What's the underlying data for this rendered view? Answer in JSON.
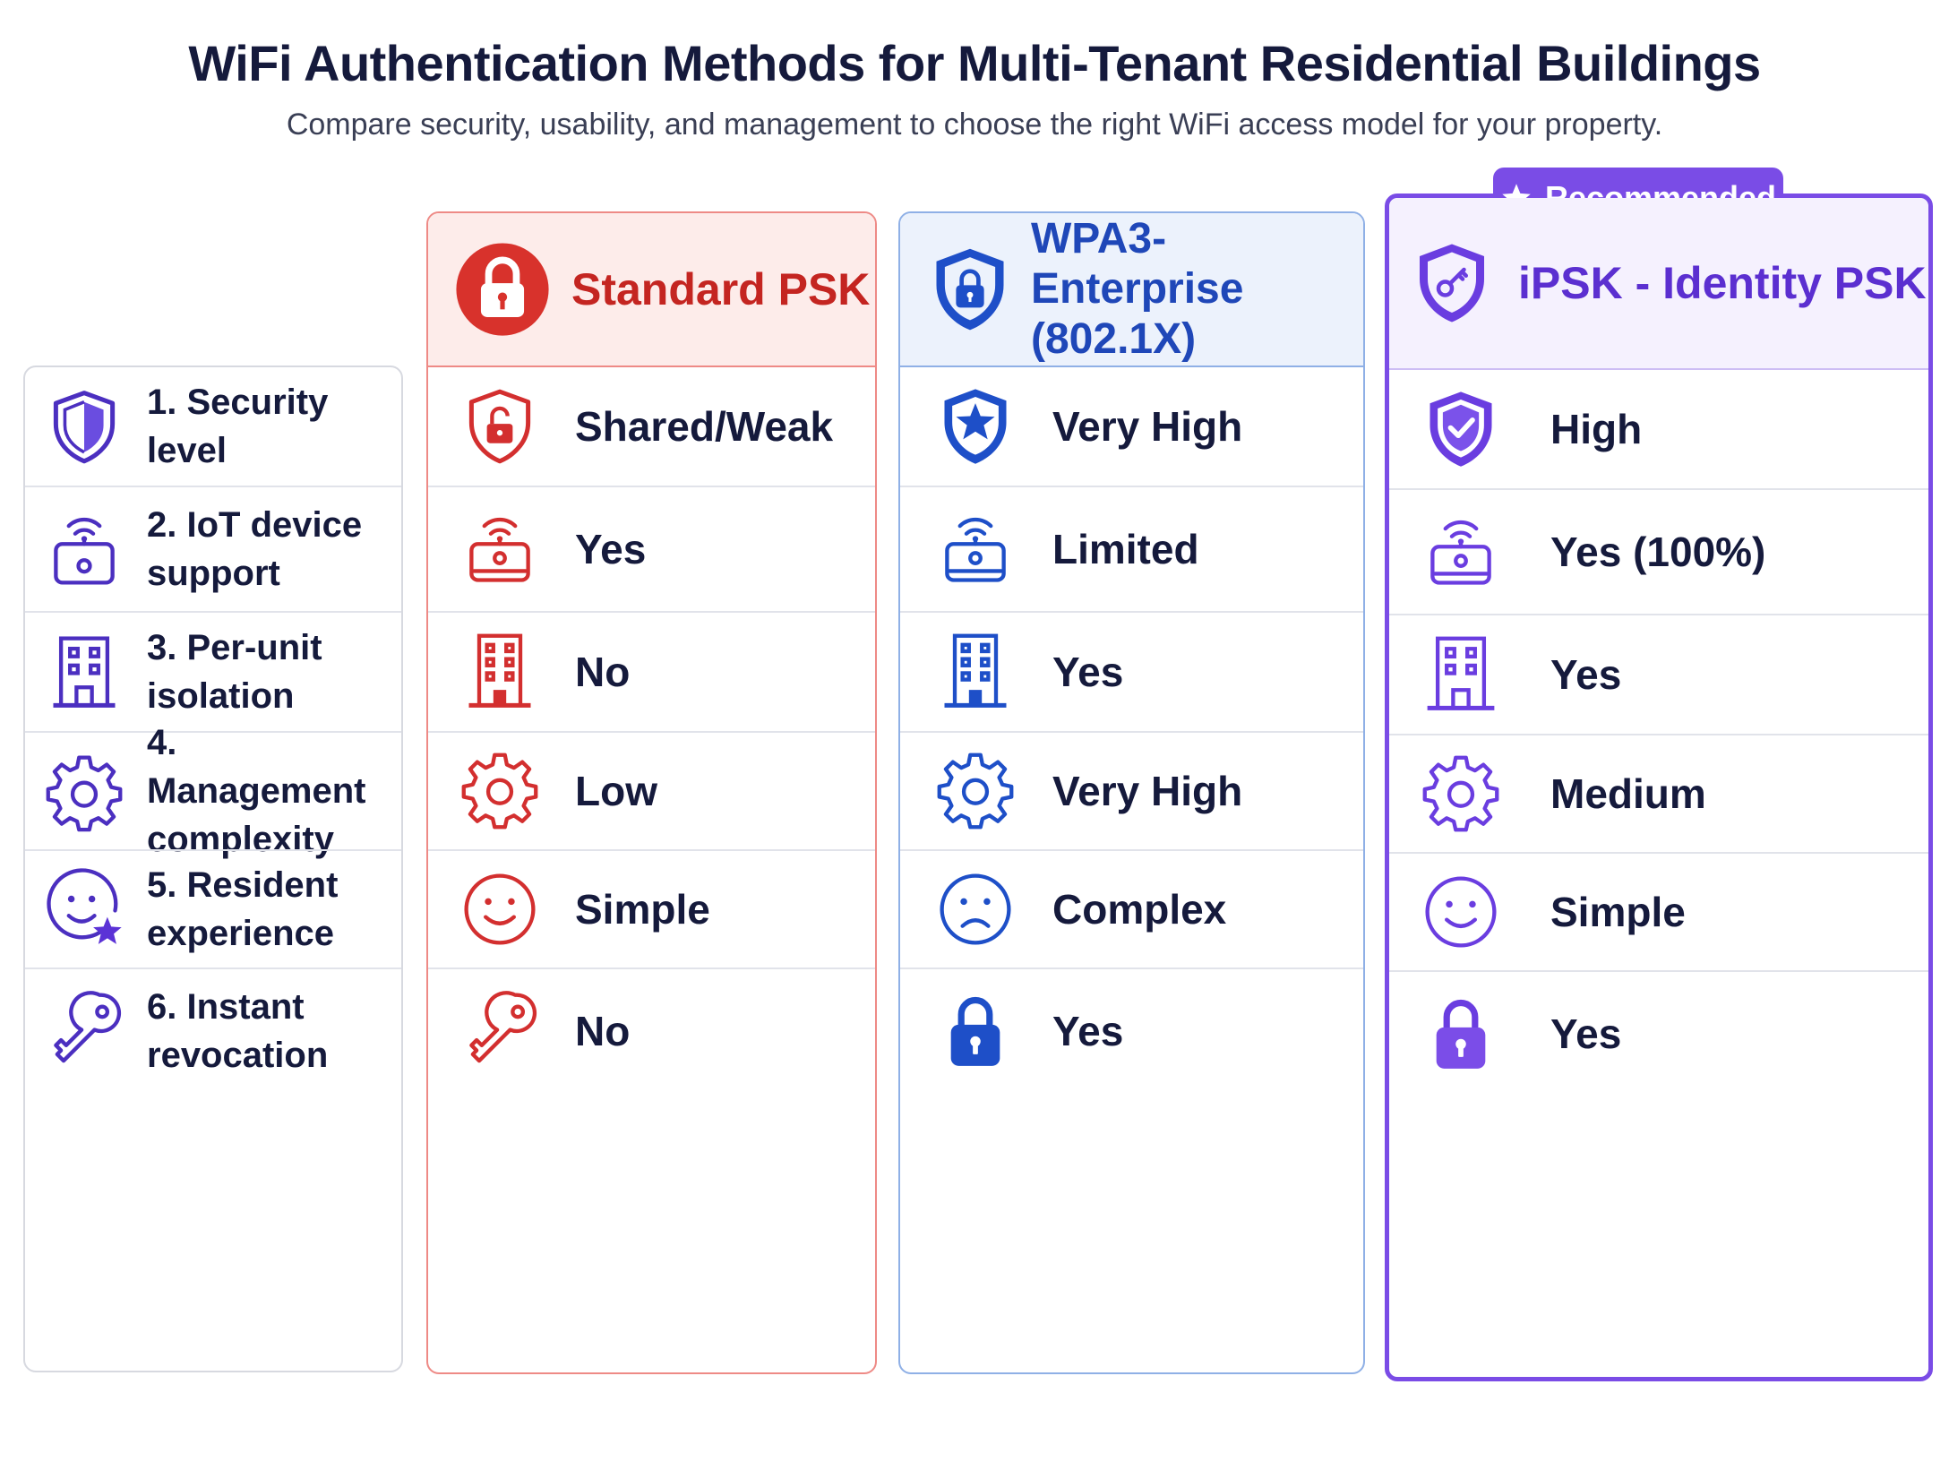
{
  "title": "WiFi Authentication Methods for Multi-Tenant Residential Buildings",
  "subtitle": "Compare security, usability, and management to choose the right WiFi access model for your property.",
  "colors": {
    "psk": "#d32f2f",
    "wpa3": "#1e4fc8",
    "ipsk": "#6a3de0",
    "criteria": "#4b2fc0"
  },
  "criteria": [
    {
      "label_1": "1. Security level",
      "label_2": "",
      "icon": "shield-half-icon"
    },
    {
      "label_1": "2. IoT device",
      "label_2": "support",
      "icon": "iot-device-icon"
    },
    {
      "label_1": "3. Per-unit",
      "label_2": "isolation",
      "icon": "building-icon"
    },
    {
      "label_1": "4. Management",
      "label_2": "complexity",
      "icon": "gear-icon"
    },
    {
      "label_1": "5. Resident",
      "label_2": "experience",
      "icon": "smiley-star-icon"
    },
    {
      "label_1": "6. Instant",
      "label_2": "revocation",
      "icon": "key-icon"
    }
  ],
  "columns": [
    {
      "name_1": "Standard PSK",
      "name_2": "",
      "header_icon": "lock-circle-icon",
      "values": [
        "Shared/Weak",
        "Yes",
        "No",
        "Low",
        "Simple",
        "No"
      ],
      "icons": [
        "shield-unlock-icon",
        "iot-device-icon",
        "building-icon",
        "gear-icon",
        "smiley-icon",
        "key-icon"
      ]
    },
    {
      "name_1": "WPA3-Enterprise",
      "name_2": "(802.1X)",
      "header_icon": "shield-lock-icon",
      "values": [
        "Very High",
        "Limited",
        "Yes",
        "Very High",
        "Complex",
        "Yes"
      ],
      "icons": [
        "shield-star-icon",
        "iot-device-icon",
        "building-icon",
        "gear-icon",
        "frown-icon",
        "padlock-icon"
      ]
    },
    {
      "name_1": "iPSK - Identity PSK",
      "name_2": "",
      "header_icon": "shield-key-icon",
      "badge": "Recommended",
      "values": [
        "High",
        "Yes (100%)",
        "Yes",
        "Medium",
        "Simple",
        "Yes"
      ],
      "icons": [
        "shield-check-icon",
        "iot-device-icon",
        "building-icon",
        "gear-icon",
        "smiley-icon",
        "padlock-icon"
      ]
    }
  ]
}
